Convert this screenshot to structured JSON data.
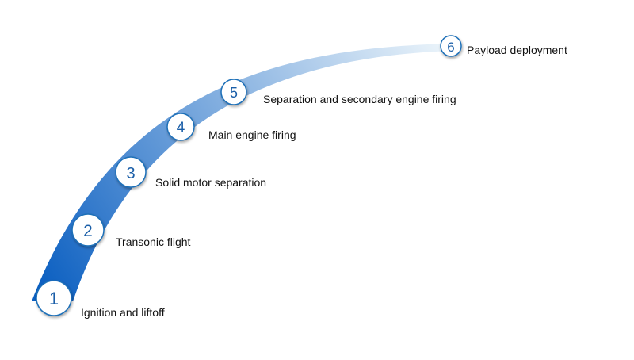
{
  "colors": {
    "arc_start": "#0b5fc1",
    "arc_end": "#eef6fb",
    "circle_stroke": "#1f6fb8",
    "circle_fill": "#ffffff",
    "number_text": "#1a5ea8",
    "label_text": "#111111"
  },
  "steps": [
    {
      "number": "1",
      "label": "Ignition and liftoff"
    },
    {
      "number": "2",
      "label": "Transonic flight"
    },
    {
      "number": "3",
      "label": "Solid motor separation"
    },
    {
      "number": "4",
      "label": "Main engine firing"
    },
    {
      "number": "5",
      "label": "Separation and secondary engine firing"
    },
    {
      "number": "6",
      "label": "Payload deployment"
    }
  ]
}
